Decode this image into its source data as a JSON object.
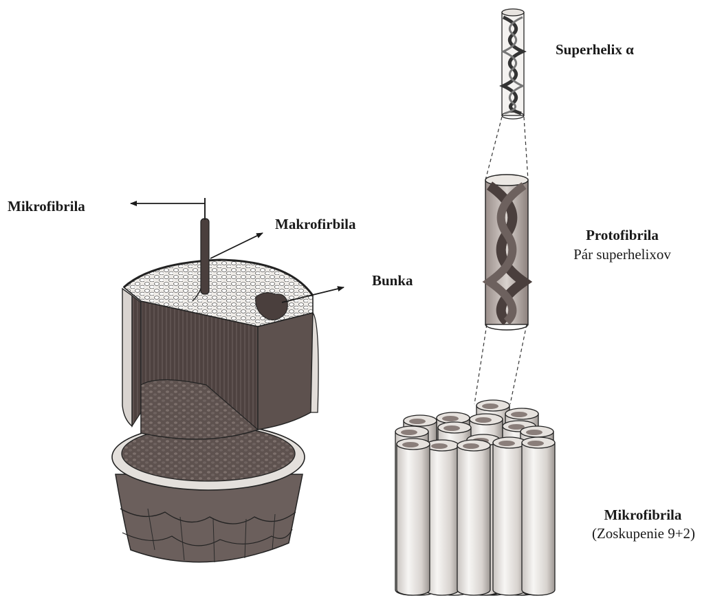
{
  "labels": {
    "superhelix": "Superhelix α",
    "protofibrila": "Protofibrila",
    "protofibrila_sub": "Pár superhelixov",
    "mikrofibrila_left": "Mikrofibrila",
    "makrofibrila": "Makrofirbila",
    "bunka": "Bunka",
    "mikrofibrila_right": "Mikrofibrila",
    "mikrofibrila_right_sub": "(Zoskupenie 9+2)"
  },
  "colors": {
    "ink": "#1a1a1a",
    "dark_fill": "#5a4a48",
    "mid_fill": "#8a7c78",
    "light_fill": "#d8d4d0",
    "paper": "#ffffff"
  }
}
